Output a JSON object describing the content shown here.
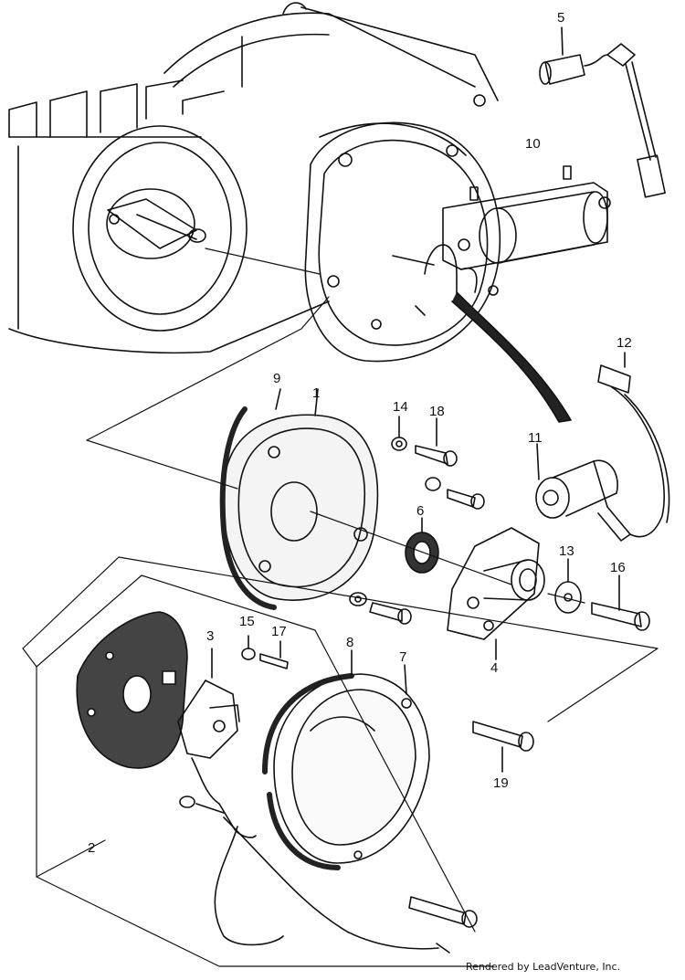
{
  "diagram": {
    "kind": "exploded-parts-diagram",
    "callouts": [
      {
        "id": "c5",
        "label": "5"
      },
      {
        "id": "c10",
        "label": "10"
      },
      {
        "id": "c12",
        "label": "12"
      },
      {
        "id": "c9",
        "label": "9"
      },
      {
        "id": "c1",
        "label": "1"
      },
      {
        "id": "c14",
        "label": "14"
      },
      {
        "id": "c18",
        "label": "18"
      },
      {
        "id": "c11",
        "label": "11"
      },
      {
        "id": "c6",
        "label": "6"
      },
      {
        "id": "c13",
        "label": "13"
      },
      {
        "id": "c16",
        "label": "16"
      },
      {
        "id": "c4",
        "label": "4"
      },
      {
        "id": "c3",
        "label": "3"
      },
      {
        "id": "c15",
        "label": "15"
      },
      {
        "id": "c17",
        "label": "17"
      },
      {
        "id": "c8",
        "label": "8"
      },
      {
        "id": "c7",
        "label": "7"
      },
      {
        "id": "c19",
        "label": "19"
      },
      {
        "id": "c2",
        "label": "2"
      }
    ],
    "credit": "Rendered by LeadVenture, Inc."
  }
}
